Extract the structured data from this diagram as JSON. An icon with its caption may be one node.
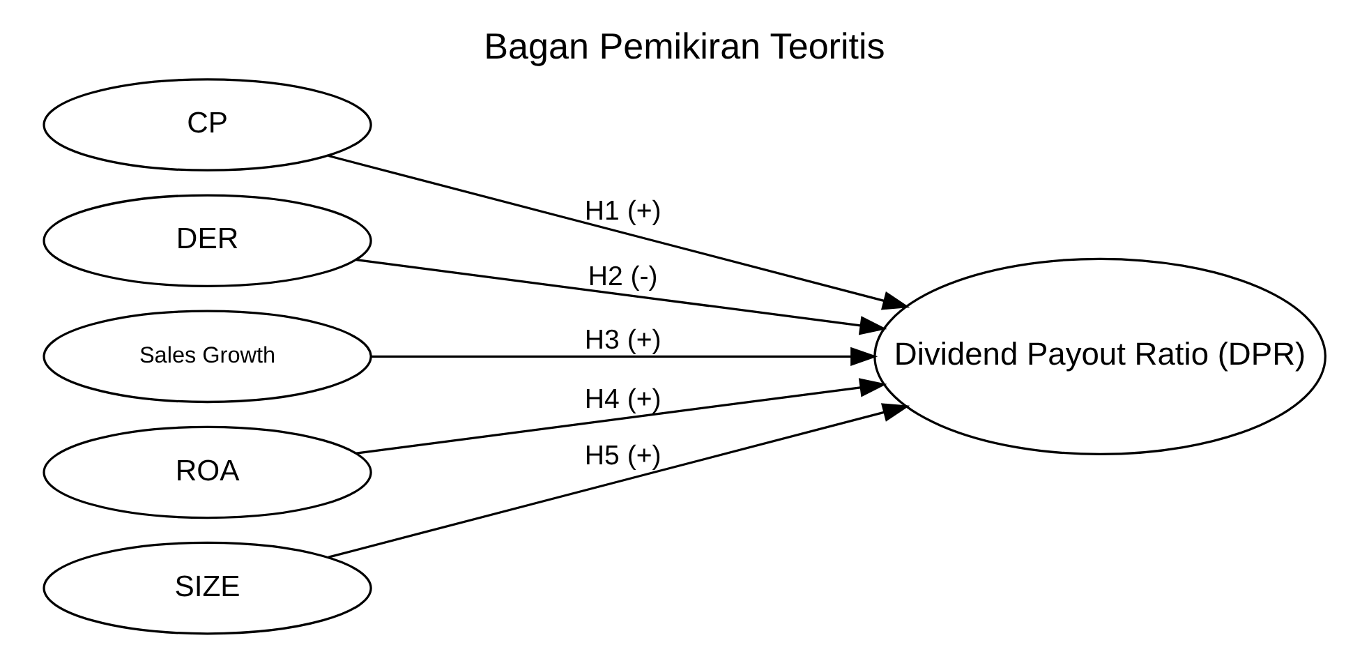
{
  "diagram": {
    "title": "Bagan Pemikiran Teoritis",
    "nodes": [
      {
        "text": [
          "CP"
        ]
      },
      {
        "text": [
          "DER"
        ]
      },
      {
        "text": [
          "Sales Growth"
        ]
      },
      {
        "text": [
          "ROA"
        ]
      },
      {
        "text": [
          "SIZE"
        ]
      },
      {
        "text": [
          "Dividend Payout Ratio (DPR)"
        ]
      }
    ],
    "edges": [
      {
        "from": 0,
        "to": 5,
        "arrow": "to",
        "label": "H1 (+)"
      },
      {
        "from": 1,
        "to": 5,
        "arrow": "to",
        "label": "H2 (-)"
      },
      {
        "from": 2,
        "to": 5,
        "arrow": "to",
        "label": "H3 (+)"
      },
      {
        "from": 3,
        "to": 5,
        "arrow": "to",
        "label": "H4 (+)"
      },
      {
        "from": 4,
        "to": 5,
        "arrow": "to",
        "label": "H5 (+)"
      }
    ]
  }
}
